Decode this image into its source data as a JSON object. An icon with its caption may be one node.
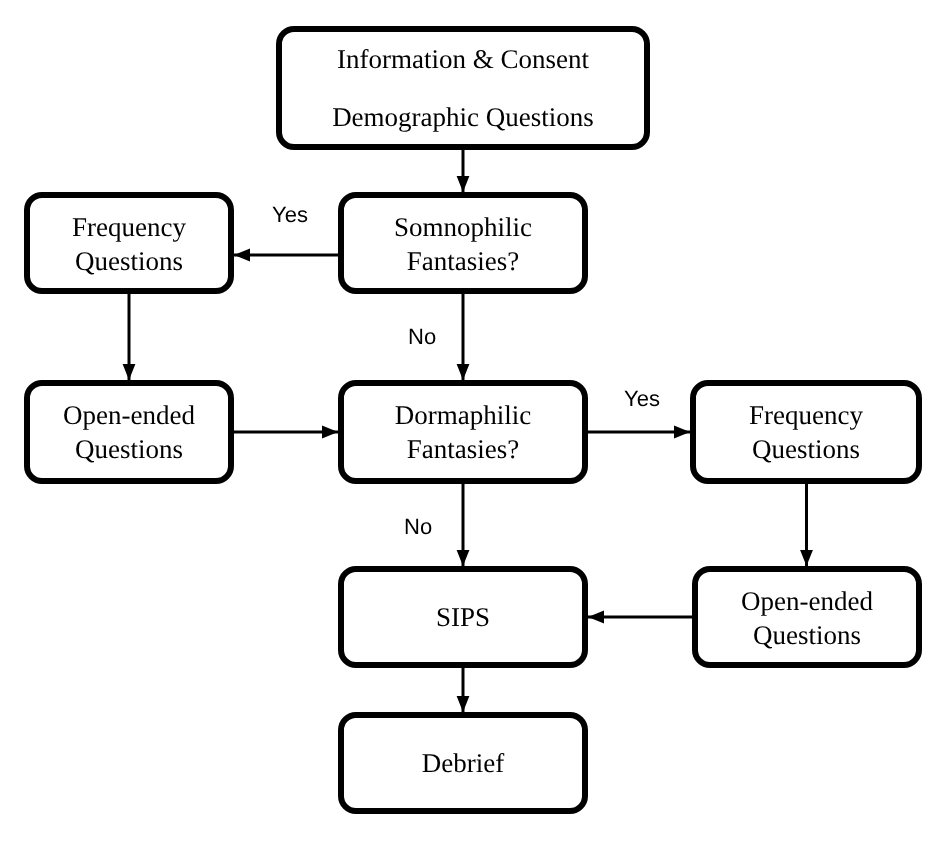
{
  "diagram": {
    "nodes": [
      {
        "text": [
          "Information & Consent",
          "Demographic Questions"
        ]
      },
      {
        "text": [
          "Somnophilic Fantasies?"
        ]
      },
      {
        "text": [
          "Frequency Questions"
        ]
      },
      {
        "text": [
          "Open-ended Questions"
        ]
      },
      {
        "text": [
          "Dormaphilic Fantasies?"
        ]
      },
      {
        "text": [
          "Frequency Questions"
        ]
      },
      {
        "text": [
          "SIPS"
        ]
      },
      {
        "text": [
          "Open-ended Questions"
        ]
      },
      {
        "text": [
          "Debrief"
        ]
      }
    ],
    "edges": [
      {
        "from": 0,
        "to": 1,
        "arrow": "to"
      },
      {
        "from": 1,
        "to": 2,
        "arrow": "to",
        "label": "Yes"
      },
      {
        "from": 2,
        "to": 3,
        "arrow": "to"
      },
      {
        "from": 1,
        "to": 4,
        "arrow": "to",
        "label": "No"
      },
      {
        "from": 3,
        "to": 4,
        "arrow": "to"
      },
      {
        "from": 4,
        "to": 5,
        "arrow": "to",
        "label": "Yes"
      },
      {
        "from": 4,
        "to": 6,
        "arrow": "to",
        "label": "No"
      },
      {
        "from": 5,
        "to": 7,
        "arrow": "to"
      },
      {
        "from": 7,
        "to": 6,
        "arrow": "to"
      },
      {
        "from": 6,
        "to": 8,
        "arrow": "to"
      }
    ]
  }
}
